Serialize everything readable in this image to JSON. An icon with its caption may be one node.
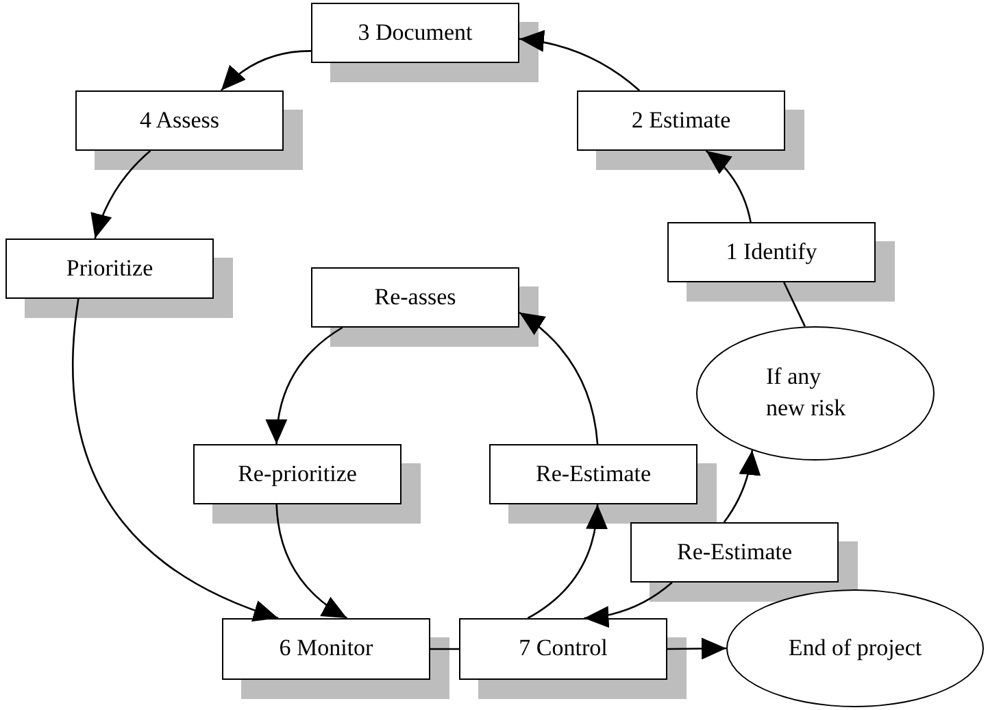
{
  "diagram": {
    "nodes": [
      {
        "text": [
          "3 Document"
        ]
      },
      {
        "text": [
          "4 Assess"
        ]
      },
      {
        "text": [
          "2 Estimate"
        ]
      },
      {
        "text": [
          "Prioritize"
        ]
      },
      {
        "text": [
          "1 Identify"
        ]
      },
      {
        "text": [
          "Re-asses"
        ]
      },
      {
        "text": [
          "If any new risk"
        ]
      },
      {
        "text": [
          "Re-prioritize"
        ]
      },
      {
        "text": [
          "Re-Estimate"
        ]
      },
      {
        "text": [
          "Re-Estimate"
        ]
      },
      {
        "text": [
          "6 Monitor"
        ]
      },
      {
        "text": [
          "7 Control"
        ]
      },
      {
        "text": [
          "End of project"
        ]
      }
    ],
    "edges": [
      {
        "from": 4,
        "to": 2,
        "arrow": "to"
      },
      {
        "from": 2,
        "to": 0,
        "arrow": "to"
      },
      {
        "from": 0,
        "to": 1,
        "arrow": "to"
      },
      {
        "from": 1,
        "to": 3,
        "arrow": "to"
      },
      {
        "from": 3,
        "to": 10,
        "arrow": "to"
      },
      {
        "from": 10,
        "to": 11,
        "arrow": "none"
      },
      {
        "from": 11,
        "to": 12,
        "arrow": "to"
      },
      {
        "from": 11,
        "to": 8,
        "arrow": "to"
      },
      {
        "from": 8,
        "to": 5,
        "arrow": "to"
      },
      {
        "from": 5,
        "to": 7,
        "arrow": "to"
      },
      {
        "from": 7,
        "to": 10,
        "arrow": "to"
      },
      {
        "from": 9,
        "to": 11,
        "arrow": "to"
      },
      {
        "from": 9,
        "to": 6,
        "arrow": "to"
      },
      {
        "from": 6,
        "to": 4,
        "arrow": "none"
      }
    ]
  }
}
